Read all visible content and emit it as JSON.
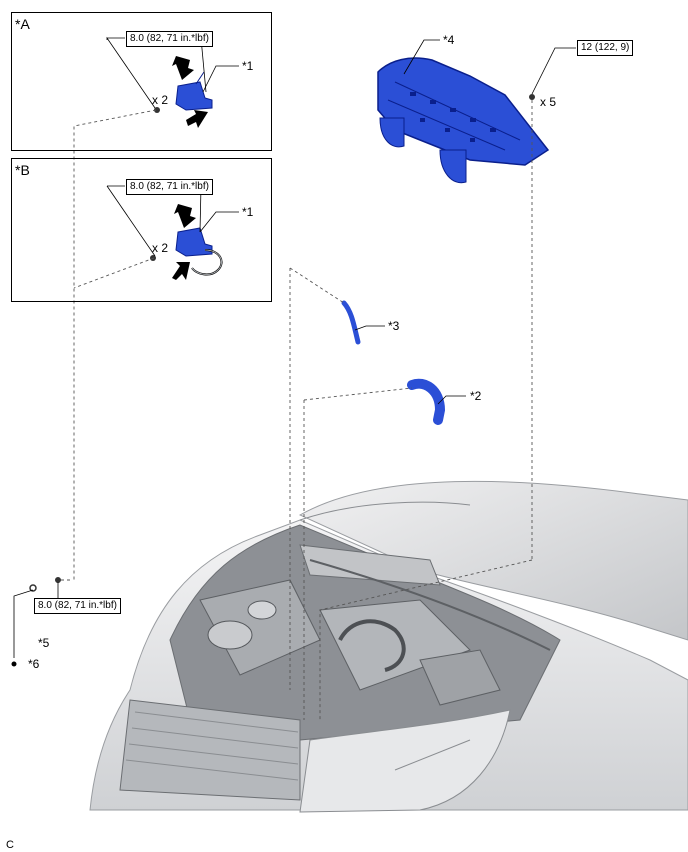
{
  "insets": [
    {
      "tag": "*A",
      "torque": "8.0 (82, 71 in.*lbf)",
      "qty": "x 2",
      "part": "*1"
    },
    {
      "tag": "*B",
      "torque": "8.0 (82, 71 in.*lbf)",
      "qty": "x 2",
      "part": "*1"
    }
  ],
  "callouts": {
    "cover": "*4",
    "cover_torque": "12 (122, 9)",
    "cover_qty": "x 5",
    "hose3": "*3",
    "hose2": "*2",
    "bolt_torque": "8.0 (82, 71 in.*lbf)",
    "bolt": "*5",
    "nut": "*6"
  },
  "footer_code": "C",
  "colors": {
    "part_blue": "#2b4fd6",
    "part_dark": "#0a1f8c",
    "line": "#000000",
    "car_gray": "#b9bcc0"
  }
}
